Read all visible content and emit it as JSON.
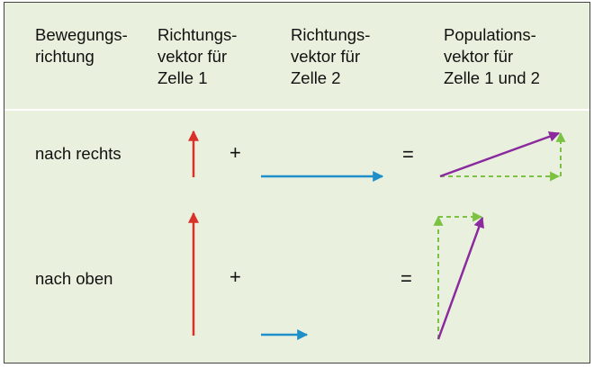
{
  "headers": {
    "bewegung": "Bewegungs-\nrichtung",
    "zelle1": "Richtungs-\nvektor für\nZelle 1",
    "zelle2": "Richtungs-\nvektor für\nZelle 2",
    "population": "Populations-\nvektor für\nZelle 1 und 2"
  },
  "rows": [
    {
      "label": "nach rechts",
      "plus": "+",
      "equals": "="
    },
    {
      "label": "nach oben",
      "plus": "+",
      "equals": "="
    }
  ],
  "colors": {
    "background": "#e9f0dd",
    "cell1_vector": "#d9302a",
    "cell2_vector": "#1f8fc9",
    "population_vector": "#8a2a9e",
    "component_dashed": "#7cc242"
  }
}
